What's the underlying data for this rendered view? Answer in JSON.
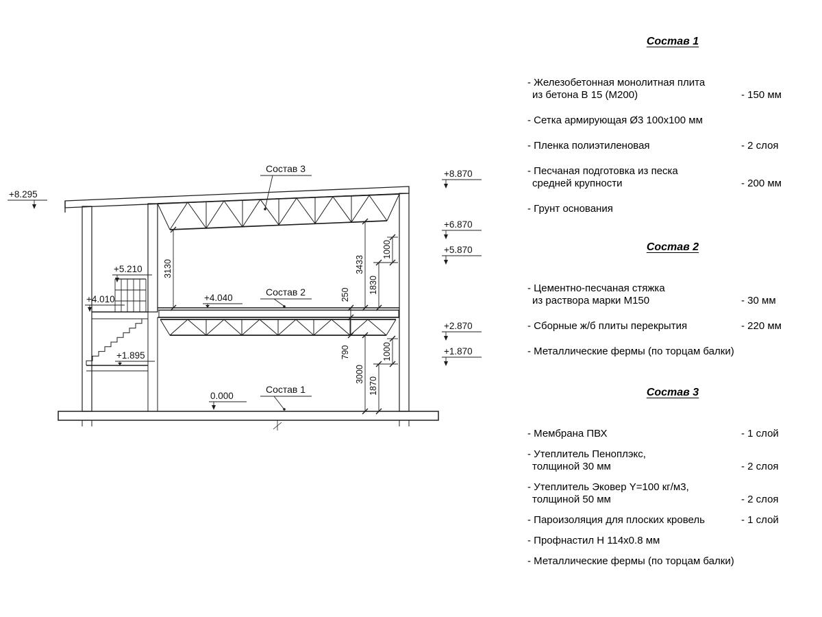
{
  "drawing": {
    "marks": {
      "m8295": "+8.295",
      "m8870": "+8.870",
      "m6870": "+6.870",
      "m5870": "+5.870",
      "m2870": "+2.870",
      "m1870": "+1.870",
      "m5210": "+5.210",
      "m4010": "+4.010",
      "m1895": "+1.895",
      "m4040": "+4.040",
      "m0000": "0.000"
    },
    "labels": {
      "sostav1": "Состав 1",
      "sostav2": "Состав 2",
      "sostav3": "Состав 3"
    },
    "dims": {
      "d3130": "3130",
      "d3433": "3433",
      "d250": "250",
      "d1830": "1830",
      "d1000a": "1000",
      "d790": "790",
      "d3000": "3000",
      "d1870": "1870",
      "d1000b": "1000"
    }
  },
  "specs": {
    "sections": [
      {
        "title": "Состав 1",
        "items": [
          {
            "line1": "- Железобетонная  монолитная плита",
            "line2": "из бетона В 15 (М200)",
            "value": "- 150 мм"
          },
          {
            "line1": "- Сетка армирующая Ø3 100х100 мм"
          },
          {
            "line1": "- Пленка полиэтиленовая",
            "value": "- 2 слоя"
          },
          {
            "line1": "- Песчаная подготовка из песка",
            "line2": "средней крупности",
            "value": "- 200 мм"
          },
          {
            "line1": "- Грунт основания"
          }
        ]
      },
      {
        "title": "Состав 2",
        "items": [
          {
            "line1": "- Цементно-песчаная стяжка",
            "line2": "из раствора марки М150",
            "value": "- 30 мм"
          },
          {
            "line1": "- Сборные ж/б плиты перекрытия",
            "value": "- 220 мм"
          },
          {
            "line1": "- Металлические фермы (по торцам балки)"
          }
        ]
      },
      {
        "title": "Состав 3",
        "items": [
          {
            "line1": "- Мембрана ПВХ",
            "value": "- 1 слой"
          },
          {
            "line1": "- Утеплитель Пеноплэкс,",
            "line2": "толщиной 30 мм",
            "value": "- 2 слоя"
          },
          {
            "line1": "- Утеплитель Эковер Y=100 кг/м3,",
            "line2": "толщиной 50 мм",
            "value": "- 2 слоя"
          },
          {
            "line1": "- Пароизоляция для плоских кровель",
            "value": "- 1 слой"
          },
          {
            "line1": "- Профнастил Н 114х0.8 мм"
          },
          {
            "line1": "- Металлические фермы (по торцам балки)"
          }
        ]
      }
    ]
  }
}
